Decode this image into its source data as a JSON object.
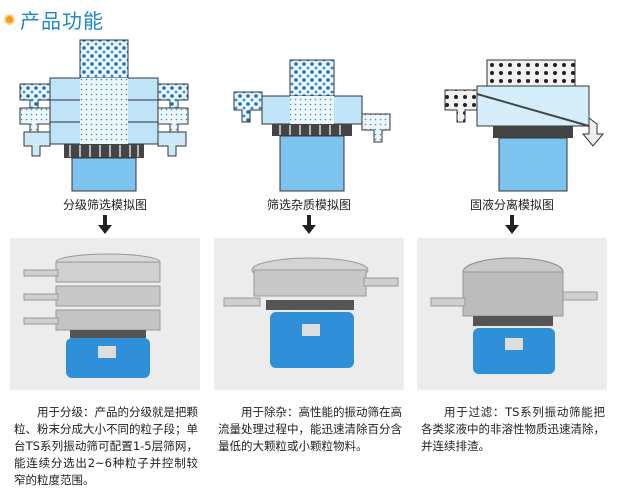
{
  "header": {
    "title": "产品功能"
  },
  "columns": [
    {
      "label": "分级筛选模拟图",
      "desc": "用于分级：产品的分级就是把颗粒、粉末分成大小不同的粒子段；单台TS系列振动筛可配置1-5层筛网，能连续分选出2~6种粒子并控制较窄的粒度范围。"
    },
    {
      "label": "筛选杂质模拟图",
      "desc": "用于除杂：高性能的振动筛在高流量处理过程中，能迅速清除百分含量低的大颗粒或小颗粒物料。"
    },
    {
      "label": "固液分离模拟图",
      "desc": "用于过滤：TS系列振动筛能把各类浆液中的非溶性物质迅速清除，并连续排渣。"
    }
  ],
  "colors": {
    "accent": "#1e88c8",
    "bullet": "#f29a1a",
    "machine_blue": "#2f8fd8",
    "diagram_blue": "#7cc4ee"
  }
}
